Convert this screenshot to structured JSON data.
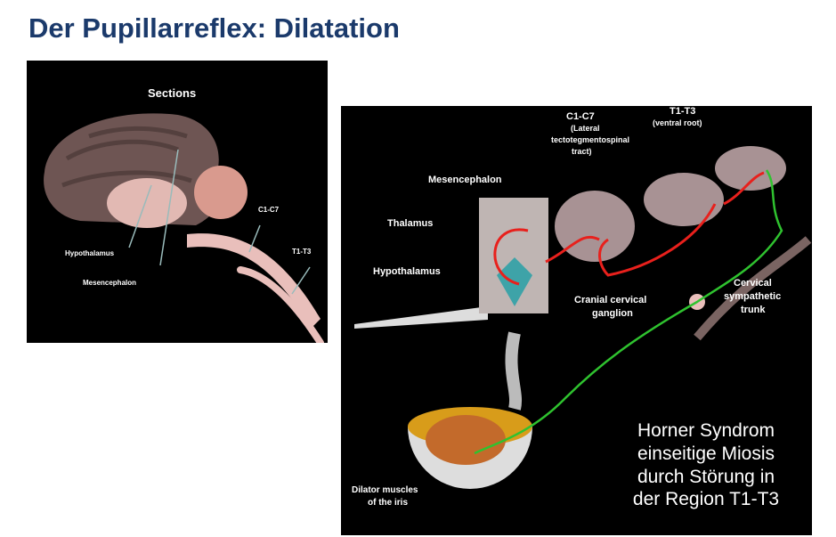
{
  "title": "Der Pupillarreflex: Dilatation",
  "left_figure": {
    "heading": "Sections",
    "labels": {
      "hypothalamus": "Hypothalamus",
      "mesencephalon": "Mesencephalon",
      "c1_c7": "C1-C7",
      "t1_t3": "T1-T3"
    }
  },
  "right_figure": {
    "labels": {
      "c1_c7": "C1-C7",
      "c1_c7_sub1": "(Lateral",
      "c1_c7_sub2": "tectotegmentospinal",
      "c1_c7_sub3": "tract)",
      "t1_t3": "T1-T3",
      "t1_t3_sub": "(ventral root)",
      "mesencephalon": "Mesencephalon",
      "thalamus": "Thalamus",
      "hypothalamus": "Hypothalamus",
      "cranial_1": "Cranial cervical",
      "cranial_2": "ganglion",
      "cervical_1": "Cervical",
      "cervical_2": "sympathetic",
      "cervical_3": "trunk",
      "dilator_1": "Dilator muscles",
      "dilator_2": "of the iris"
    },
    "annotation": [
      "Horner Syndrom",
      "einseitige Miosis",
      "durch Störung in",
      "der Region T1-T3"
    ],
    "colors": {
      "pathway_central": "#e8201c",
      "pathway_sympathetic": "#2fc22f",
      "tissue": "#a89294",
      "brain": "#6e5553"
    }
  }
}
